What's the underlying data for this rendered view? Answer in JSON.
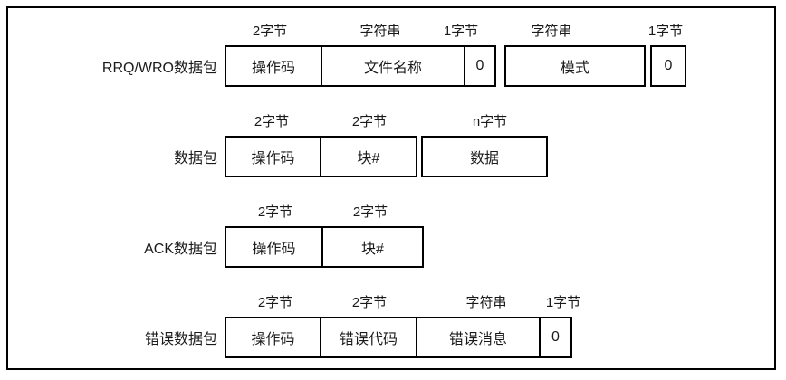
{
  "diagram": {
    "description_colors": {
      "border": "#000000",
      "background": "#ffffff",
      "text": "#1a1a1a"
    },
    "rows": [
      {
        "label": "RRQ/WRO数据包",
        "fields": [
          {
            "size": "2字节",
            "name": "操作码"
          },
          {
            "size": "字符串",
            "name": "文件名称"
          },
          {
            "size": "1字节",
            "name": "0"
          },
          {
            "size": "字符串",
            "name": "模式"
          },
          {
            "size": "1字节",
            "name": "0"
          }
        ]
      },
      {
        "label": "数据包",
        "fields": [
          {
            "size": "2字节",
            "name": "操作码"
          },
          {
            "size": "2字节",
            "name": "块#"
          },
          {
            "size": "n字节",
            "name": "数据"
          }
        ]
      },
      {
        "label": "ACK数据包",
        "fields": [
          {
            "size": "2字节",
            "name": "操作码"
          },
          {
            "size": "2字节",
            "name": "块#"
          }
        ]
      },
      {
        "label": "错误数据包",
        "fields": [
          {
            "size": "2字节",
            "name": "操作码"
          },
          {
            "size": "2字节",
            "name": "错误代码"
          },
          {
            "size": "字符串",
            "name": "错误消息"
          },
          {
            "size": "1字节",
            "name": "0"
          }
        ]
      }
    ]
  }
}
